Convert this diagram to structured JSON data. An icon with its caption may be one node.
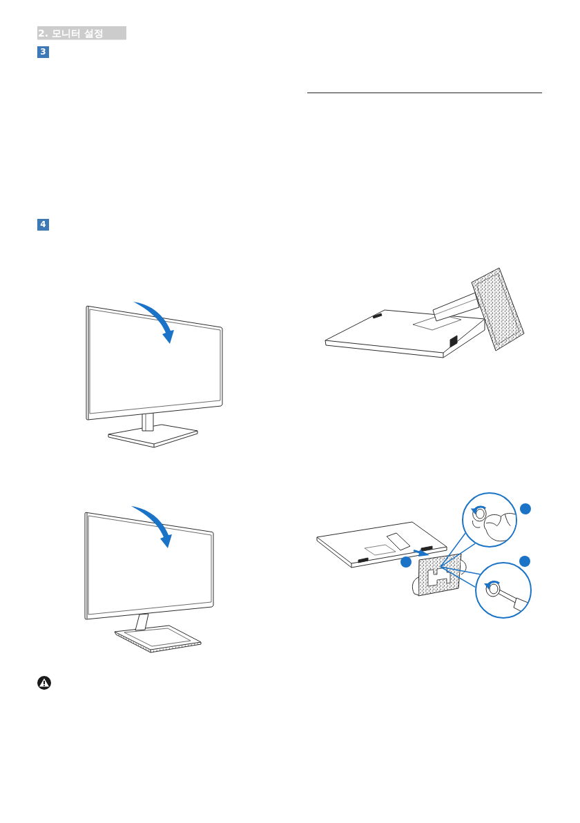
{
  "diagram": {
    "title": "2. 모니터 설정",
    "nodes": [
      {
        "text": [
          "3"
        ]
      },
      {
        "text": [
          "4"
        ]
      },
      {
        "text": [],
        "shape": "circle"
      },
      {
        "text": [],
        "shape": "circle"
      },
      {
        "text": [],
        "shape": "circle"
      },
      {
        "text": [],
        "shape": "circle"
      },
      {
        "text": [],
        "shape": "circle"
      }
    ],
    "edges": [
      {
        "from": 2,
        "to": null,
        "arrow": "none"
      },
      {
        "from": 3,
        "to": null,
        "arrow": "none"
      }
    ]
  }
}
